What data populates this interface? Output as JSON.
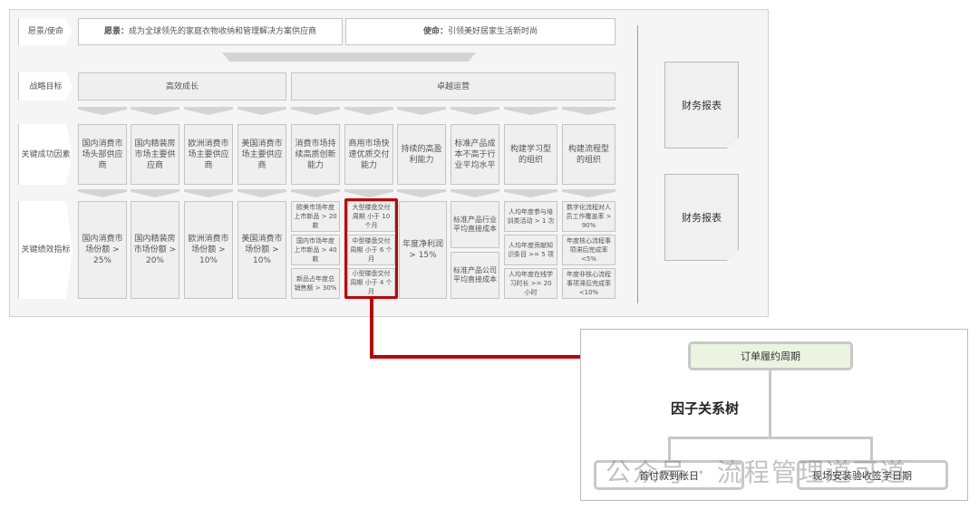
{
  "vision_row": {
    "label": "愿景/使命",
    "vision_key": "愿景：",
    "vision": "成为全球领先的家庭衣物收纳和管理解决方案供应商",
    "mission_key": "使命：",
    "mission": "引领美好居家生活新时尚"
  },
  "strategy_row": {
    "label": "战略目标",
    "goals": [
      "高效成长",
      "卓越运营"
    ]
  },
  "csf_row": {
    "label": "关键成功因素",
    "items": [
      "国内消费市场头部供应商",
      "国内精装房市场主要供应商",
      "欧洲消费市场主要供应商",
      "美国消费市场主要供应商",
      "消费市场持续高质创新能力",
      "商用市场快速优质交付能力",
      "持续的高盈利能力",
      "标准产品成本不高于行业平均水平",
      "构建学习型的组织",
      "构建流程型的组织"
    ]
  },
  "kpi_row": {
    "label": "关键绩效指标",
    "col1": "国内消费市场份额 > 25%",
    "col2": "国内精装房市场份额 > 20%",
    "col3": "欧洲消费市场份额 > 10%",
    "col4": "美国消费市场份额 > 10%",
    "col5": [
      "欧美市场年度上市新品 > 20 款",
      "国内市场年度上市新品 > 40 款",
      "新品占年度总销售额 > 30%"
    ],
    "col6": [
      "大型楼盘交付周期 小于 10 个月",
      "中型楼盘交付周期 小于 6 个月",
      "小型楼盘交付周期 小于 4 个月"
    ],
    "col7": "年度净利润 > 15%",
    "col8": [
      "标准产品行业平均直接成本",
      "标准产品公司平均直接成本"
    ],
    "col9": [
      "人均年度参与培训类活动 > 1 次",
      "人均年度贡献知识条目 >= 5 项",
      "人均年度在线学习时长 >= 20 小时"
    ],
    "col10": [
      "数字化流程对人员工作覆盖率 > 90%",
      "年度核心流程事项滞后完成率 <5%",
      "年度非核心流程事项滞后完成率 <10%"
    ]
  },
  "finance": [
    "财务报表",
    "财务报表"
  ],
  "tree": {
    "root": "订单履约周期",
    "title": "因子关系树",
    "children": [
      "首付款到帐日",
      "现场安装验收签字日期"
    ],
    "watermark": "公众号 · 流程管理道可道"
  },
  "colors": {
    "highlight": "#c00000",
    "root_fill": "#eaf4e0"
  }
}
